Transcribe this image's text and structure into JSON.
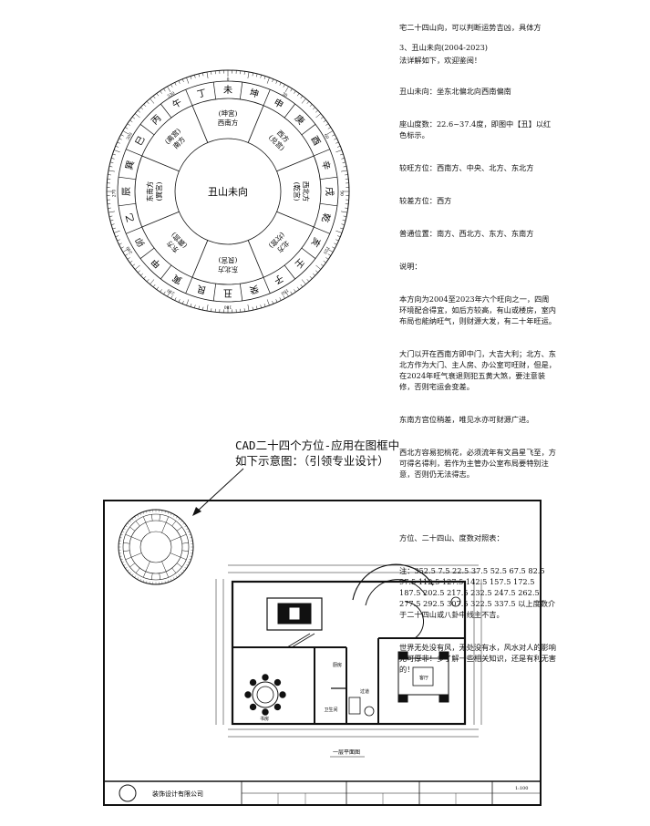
{
  "top_text": {
    "line1": "宅二十四山向，可以判断运势吉凶，具体方",
    "line2": "法详解如下，欢迎鉴阅！"
  },
  "section": {
    "heading": "3、丑山未向(2004-2023)"
  },
  "info": {
    "title": "丑山未向：坐东北偏北向西南偏南",
    "degree": "座山度数：22.6~37.4度，即图中【丑】以红色标示。",
    "good": "较旺方位：西南方、中央、北方、东北方",
    "bad": "较差方位：西方",
    "normal": "普通位置：南方、西北方、东方、东南方",
    "note_label": "说明：",
    "p1": "本方向为2004至2023年六个旺向之一，四周环境配合得宜，如后方较高，有山或楼房，室内布局也能纳旺气，则财源大发，有二十年旺运。",
    "p2": "大门以开在西南方即中门，大吉大利；北方、东北方作为大门、主人房、办公室可旺财，但是，在2024年旺气衰退则犯五黄大煞，要注意装修，否则宅运会变差。",
    "p3": "东南方宫位稍差，唯见水亦可财源广进。",
    "p4": "西北方容易犯桃花，必须流年有文昌星飞至，方可得名得利，若作为主管办公室布局要特别注意，否则仍无法得志。",
    "p5": "方位、二十四山、度数对照表：",
    "p6": "注：352.5 7.5 22.5 37.5 52.5 67.5 82.5 97.5 112.5 127.5 142.5 157.5 172.5 187.5 202.5 217.5 232.5 247.5 262.5 277.5 292.5 307.5 322.5 337.5 以上度数介于二十四山或八卦中线主不吉。",
    "p7": "世界无处没有风，无处没有水，风水对人的影响无可厚非！多了解一些相关知识，还是有利无害的！"
  },
  "compass": {
    "center_label": "丑山未向",
    "mountains": [
      "丁",
      "未",
      "坤",
      "申",
      "庚",
      "酉",
      "辛",
      "戌",
      "乾",
      "亥",
      "壬",
      "子",
      "癸",
      "丑",
      "艮",
      "寅",
      "甲",
      "卯",
      "乙",
      "辰",
      "巽",
      "巳",
      "丙",
      "午"
    ],
    "sectors": [
      {
        "line1": "(坤宫)",
        "line2": "西南方"
      },
      {
        "line1": "西方",
        "line2": "(兑宫)"
      },
      {
        "line1": "西北方",
        "line2": "(乾宫)"
      },
      {
        "line1": "北方",
        "line2": "(坎宫)"
      },
      {
        "line1": "东北方",
        "line2": "(艮宫)"
      },
      {
        "line1": "东方",
        "line2": "(震宫)"
      },
      {
        "line1": "东南方",
        "line2": "(巽宫)"
      },
      {
        "line1": "(离宫)",
        "line2": "南方"
      }
    ],
    "degree_labels": [
      "0",
      "30",
      "60",
      "90",
      "120",
      "150",
      "180",
      "210",
      "240",
      "270",
      "300",
      "330"
    ]
  },
  "callout": {
    "line1": "CAD二十四个方位-应用在图框中",
    "line2": "如下示意图：（引领专业设计）"
  },
  "drawing": {
    "plan_title": "一层平面图",
    "company": "装饰设计有限公司",
    "room_a": "厨房",
    "room_b": "客厅",
    "room_c": "卫生间",
    "room_d": "书房",
    "room_e": "过道",
    "scale": "1:100"
  }
}
